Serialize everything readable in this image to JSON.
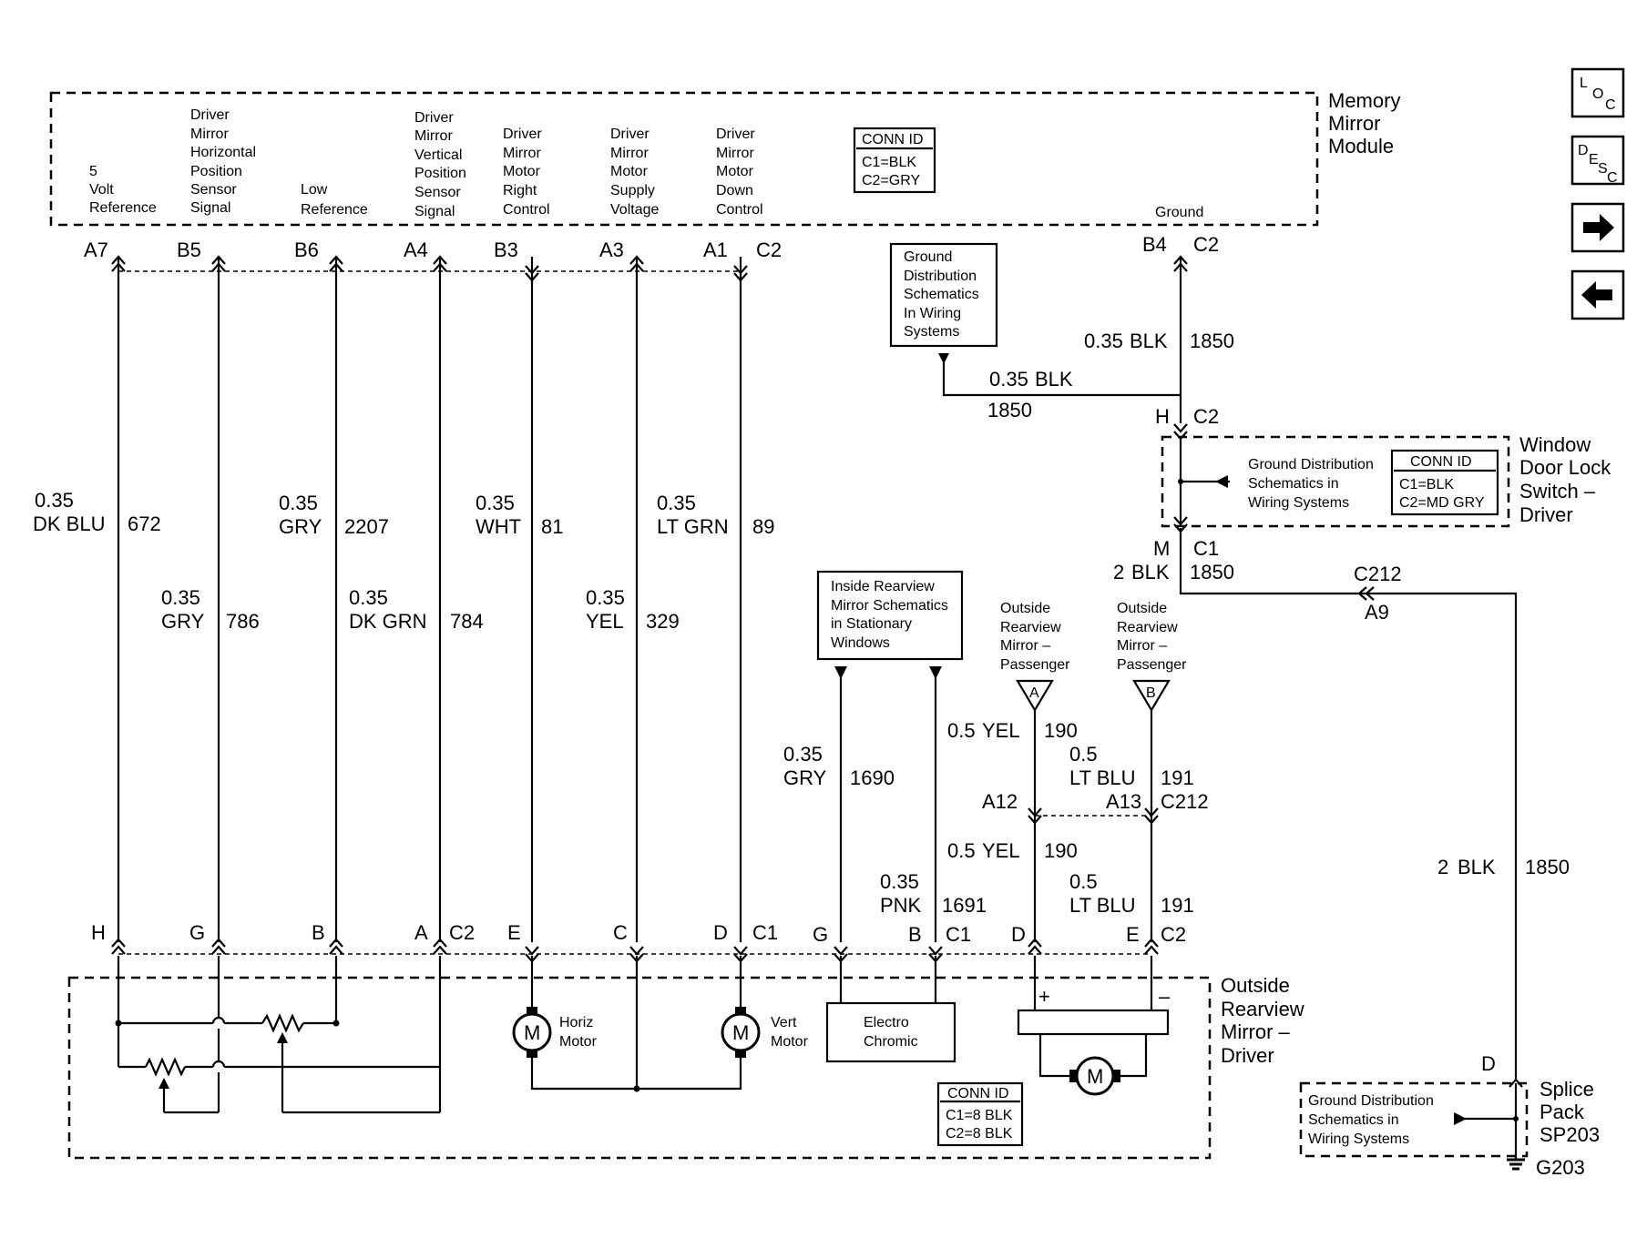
{
  "modules": {
    "memory_mirror": [
      "Memory",
      "Mirror",
      "Module"
    ],
    "window_switch": [
      "Window",
      "Door Lock",
      "Switch –",
      "Driver"
    ],
    "outside_mirror": [
      "Outside",
      "Rearview",
      "Mirror –",
      "Driver"
    ],
    "splice_pack": [
      "Splice",
      "Pack",
      "SP203"
    ]
  },
  "ground_label": "G203",
  "mmm_pins": [
    [
      "5",
      "Volt",
      "Reference"
    ],
    [
      "Driver",
      "Mirror",
      "Horizontal",
      "Position",
      "Sensor",
      "Signal"
    ],
    [
      "Low",
      "Reference"
    ],
    [
      "Driver",
      "Mirror",
      "Vertical",
      "Position",
      "Sensor",
      "Signal"
    ],
    [
      "Driver",
      "Mirror",
      "Motor",
      "Right",
      "Control"
    ],
    [
      "Driver",
      "Mirror",
      "Motor",
      "Supply",
      "Voltage"
    ],
    [
      "Driver",
      "Mirror",
      "Motor",
      "Down",
      "Control"
    ],
    [
      "Ground"
    ]
  ],
  "conn_ids": {
    "mmm": {
      "title": "CONN ID",
      "c1": "C1=BLK",
      "c2": "C2=GRY"
    },
    "switch": {
      "title": "CONN ID",
      "c1": "C1=BLK",
      "c2": "C2=MD GRY"
    },
    "mirror": {
      "title": "CONN ID",
      "c1": "C1=8 BLK",
      "c2": "C2=8 BLK"
    }
  },
  "ref_boxes": {
    "ground_top": [
      "Ground",
      "Distribution",
      "Schematics",
      "In Wiring",
      "Systems"
    ],
    "ground_switch": [
      "Ground Distribution",
      "Schematics in",
      "Wiring Systems"
    ],
    "inside_mirror": [
      "Inside Rearview",
      "Mirror Schematics",
      "in Stationary",
      "Windows"
    ],
    "ground_splice": [
      "Ground Distribution",
      "Schematics in",
      "Wiring Systems"
    ]
  },
  "offpage": {
    "a": {
      "letter": "A",
      "label": [
        "Outside",
        "Rearview",
        "Mirror –",
        "Passenger"
      ]
    },
    "b": {
      "letter": "B",
      "label": [
        "Outside",
        "Rearview",
        "Mirror –",
        "Passenger"
      ]
    }
  },
  "pins_top": [
    "A7",
    "B5",
    "B6",
    "A4",
    "B3",
    "A3",
    "A1",
    "C2",
    "B4",
    "C2"
  ],
  "pins_switch": [
    "H",
    "C2",
    "M",
    "C1"
  ],
  "pins_c212": [
    "C212",
    "A9",
    "A12",
    "A13",
    "C212"
  ],
  "pins_bottom": [
    "H",
    "G",
    "B",
    "A",
    "C2",
    "E",
    "C",
    "D",
    "C1",
    "G",
    "B",
    "C1",
    "D",
    "E",
    "C2",
    "D"
  ],
  "wires": [
    {
      "size": "0.35",
      "color": "DK BLU",
      "circuit": "672"
    },
    {
      "size": "0.35",
      "color": "GRY",
      "circuit": "786"
    },
    {
      "size": "0.35",
      "color": "GRY",
      "circuit": "2207"
    },
    {
      "size": "0.35",
      "color": "DK GRN",
      "circuit": "784"
    },
    {
      "size": "0.35",
      "color": "WHT",
      "circuit": "81"
    },
    {
      "size": "0.35",
      "color": "YEL",
      "circuit": "329"
    },
    {
      "size": "0.35",
      "color": "LT GRN",
      "circuit": "89"
    },
    {
      "size": "0.35",
      "color": "BLK",
      "circuit": "1850"
    },
    {
      "size": "0.35",
      "color": "BLK",
      "circuit": "1850"
    },
    {
      "size": "2",
      "color": "BLK",
      "circuit": "1850"
    },
    {
      "size": "2",
      "color": "BLK",
      "circuit": "1850"
    },
    {
      "size": "0.35",
      "color": "GRY",
      "circuit": "1690"
    },
    {
      "size": "0.35",
      "color": "PNK",
      "circuit": "1691"
    },
    {
      "size": "0.5",
      "color": "YEL",
      "circuit": "190"
    },
    {
      "size": "0.5",
      "color": "LT BLU",
      "circuit": "191"
    },
    {
      "size": "0.5",
      "color": "YEL",
      "circuit": "190"
    },
    {
      "size": "0.5",
      "color": "LT BLU",
      "circuit": "191"
    }
  ],
  "components": {
    "horiz_motor": [
      "Horiz",
      "Motor"
    ],
    "vert_motor": [
      "Vert",
      "Motor"
    ],
    "motor_symbol": "M",
    "electrochromic": [
      "Electro",
      "Chromic"
    ],
    "plus": "+",
    "minus": "–"
  },
  "nav": [
    {
      "icon": "loc-icon",
      "main": "L",
      "sub": "OC"
    },
    {
      "icon": "desc-icon",
      "main": "D",
      "sub": "ESC"
    }
  ]
}
